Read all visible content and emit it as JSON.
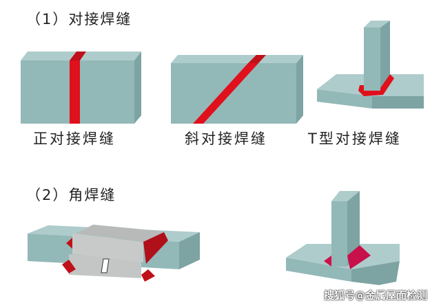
{
  "section1": {
    "title": "（1）对接焊缝"
  },
  "labels": [
    "正对接焊缝",
    "斜对接焊缝",
    "T型对接焊缝"
  ],
  "section2": {
    "title": "（2）角焊缝"
  },
  "watermark": "搜狐号@金属屋面检测",
  "colors": {
    "front": "#93b8b8",
    "top": "#aecccb",
    "side": "#7da3a3",
    "weld": "#e0101c",
    "weld_dark": "#a8101a",
    "overlap": "#c4c6c6"
  }
}
